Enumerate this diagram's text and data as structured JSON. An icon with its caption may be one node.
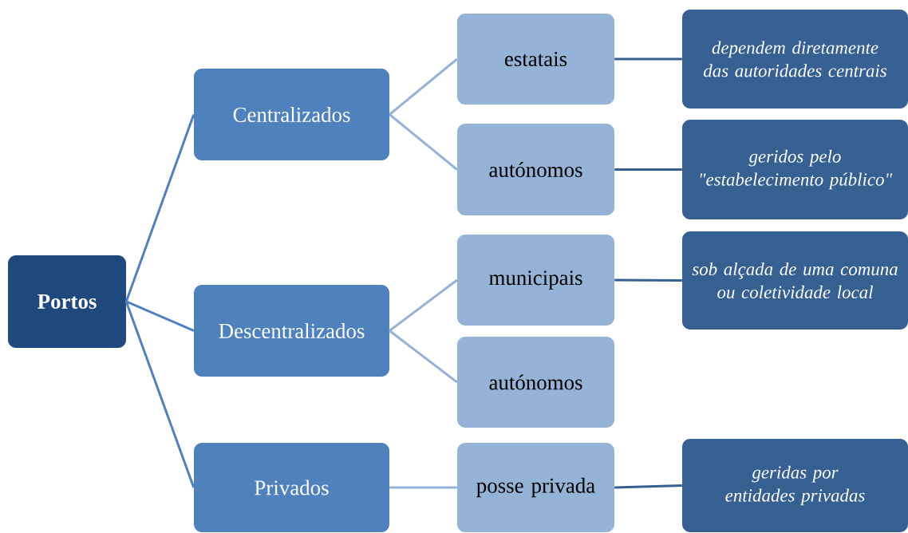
{
  "diagram": {
    "nodes": [
      {
        "text": [
          "Portos"
        ]
      },
      {
        "text": [
          "Centralizados"
        ]
      },
      {
        "text": [
          "Descentralizados"
        ]
      },
      {
        "text": [
          "Privados"
        ]
      },
      {
        "text": [
          "estatais"
        ]
      },
      {
        "text": [
          "autónomos"
        ]
      },
      {
        "text": [
          "municipais"
        ]
      },
      {
        "text": [
          "autónomos"
        ]
      },
      {
        "text": [
          "posse privada"
        ]
      },
      {
        "text": [
          "dependem diretamente das autoridades centrais"
        ]
      },
      {
        "text": [
          "geridos pelo \"estabelecimento público\""
        ]
      },
      {
        "text": [
          "sob alçada de uma comuna ou coletividade local"
        ]
      },
      {
        "text": [
          "geridas por entidades privadas"
        ]
      }
    ],
    "edges": [
      {
        "from": 0,
        "to": 1,
        "arrow": "none",
        "color": "#4f81bd"
      },
      {
        "from": 0,
        "to": 2,
        "arrow": "none",
        "color": "#4f81bd"
      },
      {
        "from": 0,
        "to": 3,
        "arrow": "none",
        "color": "#4f81bd"
      },
      {
        "from": 1,
        "to": 4,
        "arrow": "none",
        "color": "#95b3d7"
      },
      {
        "from": 1,
        "to": 5,
        "arrow": "none",
        "color": "#95b3d7"
      },
      {
        "from": 2,
        "to": 6,
        "arrow": "none",
        "color": "#95b3d7"
      },
      {
        "from": 2,
        "to": 7,
        "arrow": "none",
        "color": "#95b3d7"
      },
      {
        "from": 3,
        "to": 8,
        "arrow": "none",
        "color": "#95b3d7"
      },
      {
        "from": 4,
        "to": 9,
        "arrow": "none",
        "color": "#366092"
      },
      {
        "from": 5,
        "to": 10,
        "arrow": "none",
        "color": "#366092"
      },
      {
        "from": 6,
        "to": 11,
        "arrow": "none",
        "color": "#366092"
      },
      {
        "from": 8,
        "to": 12,
        "arrow": "none",
        "color": "#366092"
      }
    ]
  }
}
